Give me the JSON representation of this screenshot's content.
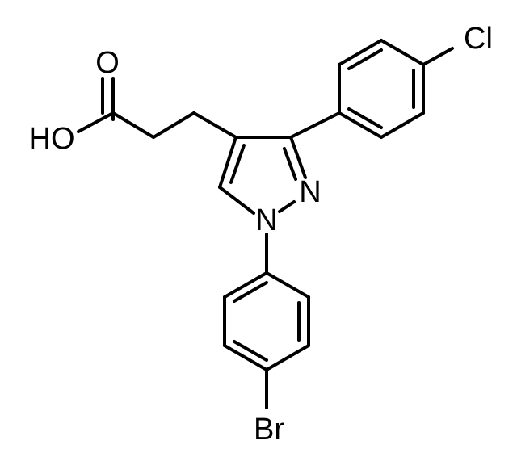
{
  "molecule": {
    "atom_labels": {
      "carbonyl_oxygen": "O",
      "hydroxyl": "HO",
      "pyrazole_n2": "N",
      "pyrazole_n1": "N",
      "chlorine": "Cl",
      "bromine": "Br"
    },
    "colors": {
      "bond": "#000000",
      "label": "#000000",
      "background": "#ffffff"
    }
  }
}
